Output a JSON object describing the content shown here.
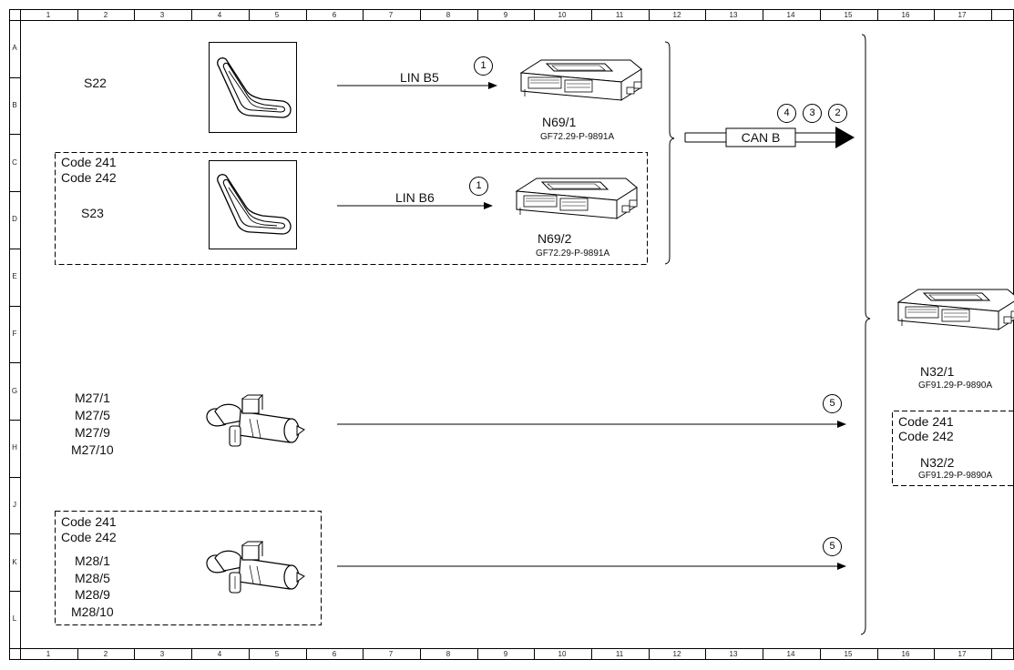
{
  "grid": {
    "columns": [
      "1",
      "2",
      "3",
      "4",
      "5",
      "6",
      "7",
      "8",
      "9",
      "10",
      "11",
      "12",
      "13",
      "14",
      "15",
      "16",
      "17"
    ],
    "rows": [
      "A",
      "B",
      "C",
      "D",
      "E",
      "F",
      "G",
      "H",
      "J",
      "K",
      "L"
    ]
  },
  "seats": [
    {
      "id": "S22",
      "codes": [],
      "label": "S22"
    },
    {
      "id": "S23",
      "codes": [
        "Code 241",
        "Code 242"
      ],
      "label": "S23"
    }
  ],
  "seat_modules": [
    {
      "name": "N69/1",
      "ref": "GF72.29-P-9891A",
      "bus": "LIN B5",
      "marker": "1"
    },
    {
      "name": "N69/2",
      "ref": "GF72.29-P-9891A",
      "bus": "LIN B6",
      "marker": "1"
    }
  ],
  "can_bus": {
    "label": "CAN B",
    "markers": [
      "4",
      "3",
      "2"
    ]
  },
  "motors": [
    {
      "codes": [],
      "labels": [
        "M27/1",
        "M27/5",
        "M27/9",
        "M27/10"
      ],
      "marker": "5"
    },
    {
      "codes": [
        "Code 241",
        "Code 242"
      ],
      "labels": [
        "M28/1",
        "M28/5",
        "M28/9",
        "M28/10"
      ],
      "marker": "5"
    }
  ],
  "control_units": {
    "primary": {
      "name": "N32/1",
      "ref": "GF91.29-P-9890A"
    },
    "secondary": {
      "codes": [
        "Code 241",
        "Code 242"
      ],
      "name": "N32/2",
      "ref": "GF91.29-P-9890A"
    }
  }
}
